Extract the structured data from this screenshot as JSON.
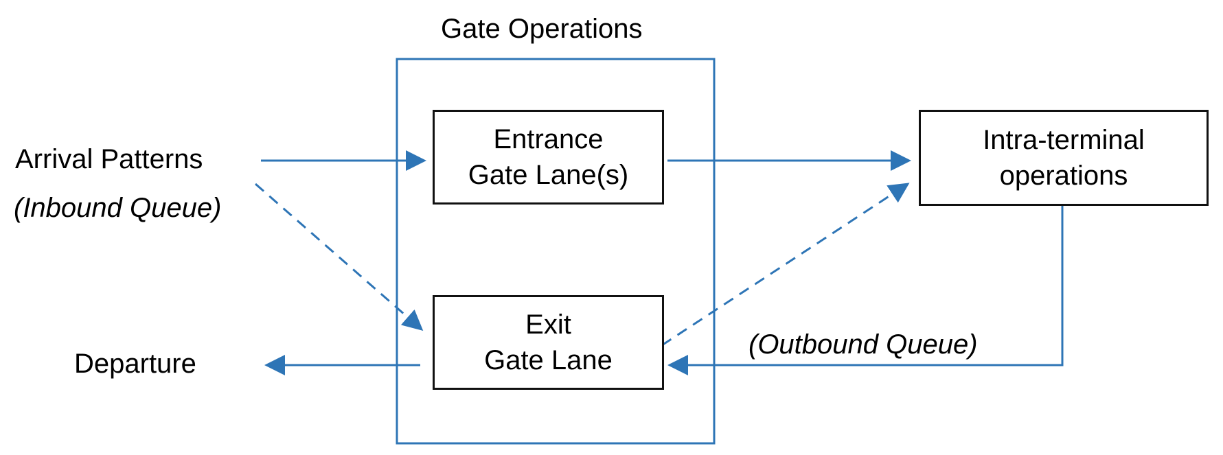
{
  "gate_operations": {
    "title": "Gate Operations"
  },
  "nodes": {
    "arrival": {
      "label": "Arrival Patterns",
      "sublabel": "(Inbound Queue)"
    },
    "departure": {
      "label": "Departure"
    },
    "entrance_gate": {
      "line1": "Entrance",
      "line2": "Gate Lane(s)"
    },
    "exit_gate": {
      "line1": "Exit",
      "line2": "Gate Lane"
    },
    "intra_terminal": {
      "line1": "Intra-terminal",
      "line2": "operations"
    }
  },
  "edge_labels": {
    "outbound_queue": "(Outbound Queue)"
  },
  "colors": {
    "arrow": "#2e75b6",
    "container_border": "#2e75b6",
    "box_border": "#111111"
  }
}
